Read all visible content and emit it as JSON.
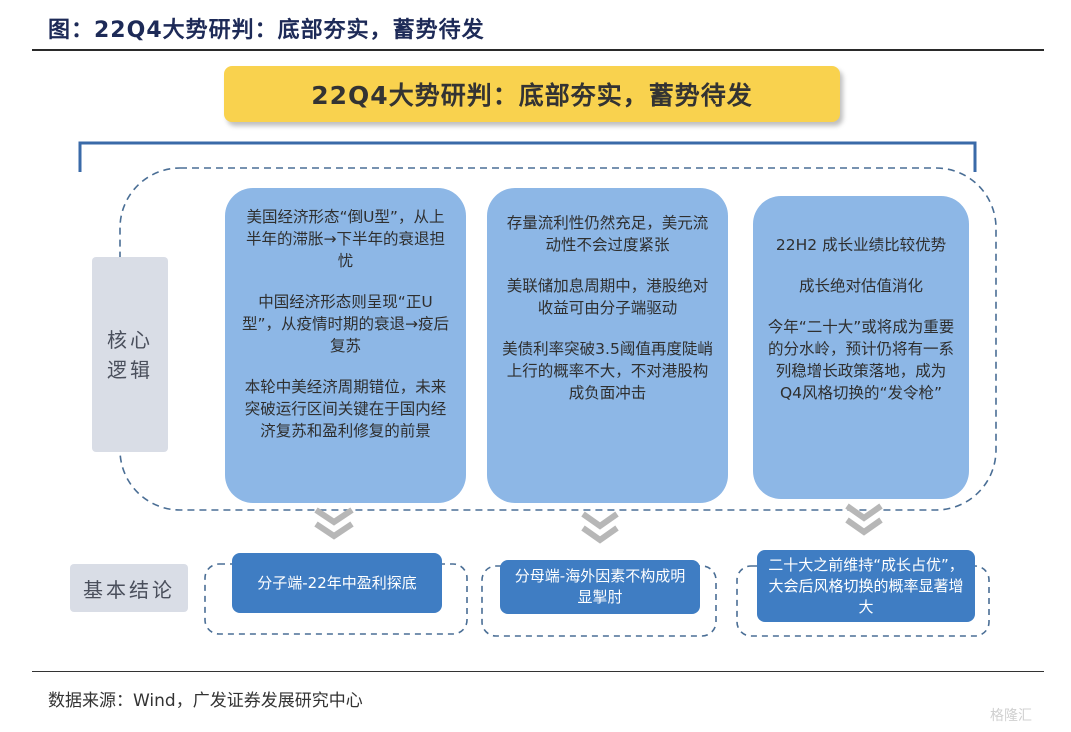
{
  "figure_title": "图：22Q4大势研判：底部夯实，蓄势待发",
  "banner": "22Q4大势研判：底部夯实，蓄势待发",
  "logic_label": [
    "核心",
    "逻辑"
  ],
  "conclusion_label": "基本结论",
  "cards": [
    {
      "paragraphs": [
        "美国经济形态“倒U型”，从上半年的滞胀→下半年的衰退担忧",
        "中国经济形态则呈现“正U型”，从疫情时期的衰退→疫后复苏",
        "本轮中美经济周期错位，未来突破运行区间关键在于国内经济复苏和盈利修复的前景"
      ]
    },
    {
      "paragraphs": [
        "存量流利性仍然充足，美元流动性不会过度紧张",
        "美联储加息周期中，港股绝对收益可由分子端驱动",
        "美债利率突破3.5阈值再度陡峭上行的概率不大，不对港股构成负面冲击"
      ]
    },
    {
      "paragraphs": [
        "22H2 成长业绩比较优势",
        "成长绝对估值消化",
        "今年“二十大”或将成为重要的分水岭，预计仍将有一系列稳增长政策落地，成为Q4风格切换的“发令枪”"
      ]
    }
  ],
  "conclusions": [
    "分子端-22年中盈利探底",
    "分母端-海外因素不构成明显掣肘",
    "二十大之前维持“成长占优”，大会后风格切换的概率显著增大"
  ],
  "source": "数据来源：Wind，广发证券发展研究中心",
  "watermark": "格隆汇",
  "colors": {
    "banner": "#f9d24e",
    "card": "#8db7e6",
    "conclusion_box": "#3f7dc3",
    "side_tag": "#d9dde6",
    "dash": "#4a6e95"
  }
}
